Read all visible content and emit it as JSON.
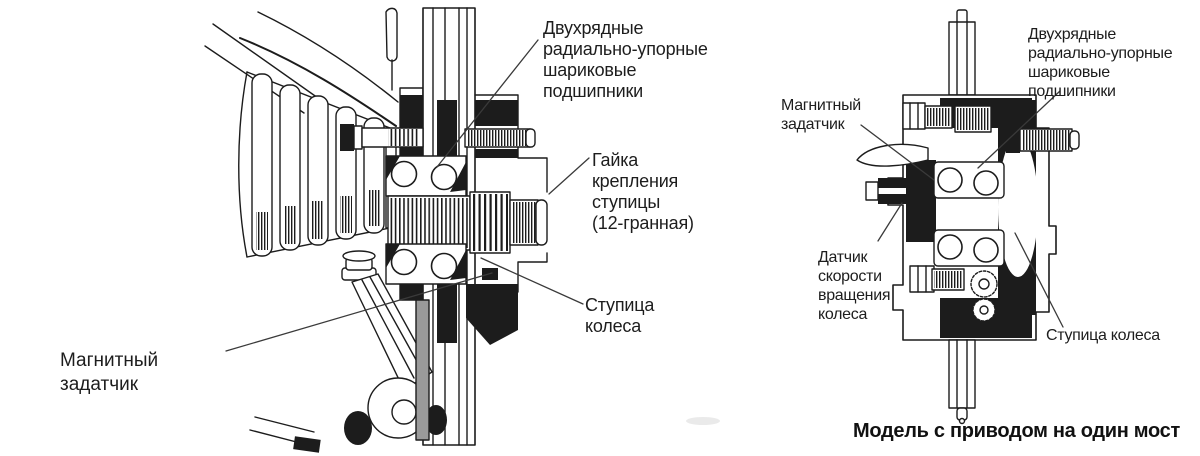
{
  "left": {
    "labels": {
      "bearings": "Двухрядные\nрадиально-упорные\nшариковые\nподшипники",
      "hub_nut": "Гайка\nкрепления\nступицы\n(12-гранная)",
      "wheel_hub": "Ступица\nколеса",
      "magnetic_encoder": "Магнитный\nзадатчик"
    }
  },
  "right": {
    "labels": {
      "bearings": "Двухрядные\nрадиально-упорные\nшариковые подшипники",
      "magnetic_encoder": "Магнитный\nзадатчик",
      "wheel_speed_sensor": "Датчик\nскорости\nвращения\nколеса",
      "wheel_hub": "Ступица колеса"
    },
    "caption": "Модель с приводом на один мост"
  },
  "colors": {
    "ink": "#1c1c1c",
    "background": "#ffffff",
    "shade": "#9a9a9a"
  }
}
